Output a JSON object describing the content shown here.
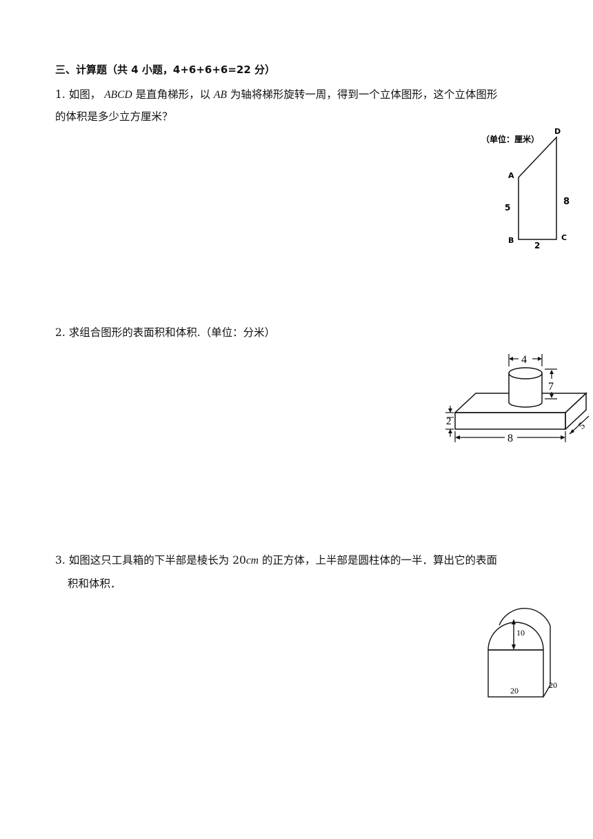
{
  "section": {
    "title": "三、计算题（共 4 小题，4+6+6+6=22 分）"
  },
  "q1": {
    "number": "1.",
    "t1": "如图，",
    "v1": "ABCD",
    "t2": "是直角梯形，以",
    "v2": "AB",
    "t3": "为轴将梯形旋转一周，得到一个立体图形，这个立体图形",
    "line2": "的体积是多少立方厘米？",
    "figure": {
      "unit": "（单位：厘米）",
      "A": "A",
      "B": "B",
      "C": "C",
      "D": "D",
      "ab": "5",
      "cd": "8",
      "bc": "2"
    }
  },
  "q2": {
    "number": "2.",
    "text": "求组合图形的表面积和体积.（单位：分米）",
    "figure": {
      "diameter": "4",
      "cyl_height": "7",
      "box_height": "2",
      "box_length": "8",
      "box_width": "5"
    }
  },
  "q3": {
    "number": "3.",
    "t1": "如图这只工具箱的下半部是棱长为",
    "v1": "20",
    "unit": "cm",
    "t2": "的正方体，上半部是圆柱体的一半．算出它的表面",
    "line2": "积和体积．",
    "figure": {
      "radius": "10",
      "front": "20",
      "side": "20"
    }
  }
}
